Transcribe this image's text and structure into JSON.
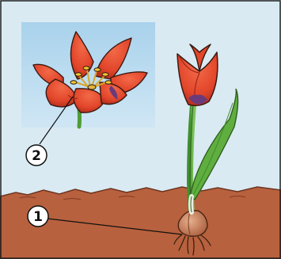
{
  "labels": [
    {
      "id": "1",
      "text": "1",
      "refers_to": "bulb"
    },
    {
      "id": "2",
      "text": "2",
      "refers_to": "flower"
    }
  ],
  "colors": {
    "sky": "#d9eaf2",
    "soil": "#b8613e",
    "soil_dark": "#9e4b2c",
    "inset_bg": "#a9d2ec",
    "petal": "#e8452b",
    "petal_shadow": "#c2311f",
    "petal_purple": "#6b3a7a",
    "stem": "#5fae3f",
    "anther": "#f3c530",
    "bulb": "#c97d5a"
  }
}
